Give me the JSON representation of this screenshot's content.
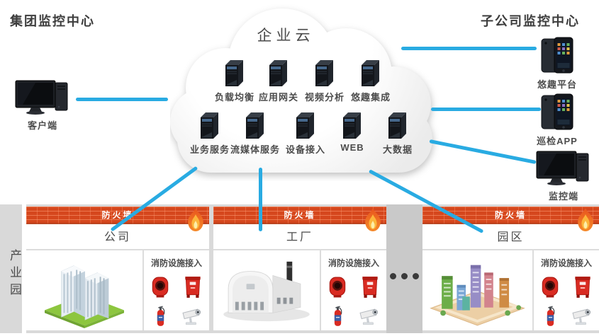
{
  "titles": {
    "group_center": "集团监控中心",
    "subsidiary_center": "子公司监控中心"
  },
  "client": {
    "label": "客户端"
  },
  "cloud": {
    "title": "企业云",
    "servers_row1": [
      {
        "label": "负载均衡"
      },
      {
        "label": "应用网关"
      },
      {
        "label": "视频分析"
      },
      {
        "label": "悠趣集成"
      }
    ],
    "servers_row2": [
      {
        "label": "业务服务"
      },
      {
        "label": "流媒体服务"
      },
      {
        "label": "设备接入"
      },
      {
        "label": "WEB"
      },
      {
        "label": "大数据"
      }
    ]
  },
  "subsidiary_devices": [
    {
      "label": "悠趣平台",
      "icon": "phone-icon"
    },
    {
      "label": "巡检APP",
      "icon": "phone-icon"
    },
    {
      "label": "监控端",
      "icon": "monitor-icon"
    }
  ],
  "industrial_park": {
    "side_label": "产业园",
    "separator_dots": "•••",
    "sections": [
      {
        "name": "公司",
        "firewall": "防火墙",
        "fire_panel": "消防设施接入",
        "illustration": "office-towers"
      },
      {
        "name": "工厂",
        "firewall": "防火墙",
        "fire_panel": "消防设施接入",
        "illustration": "factory"
      },
      {
        "name": "园区",
        "firewall": "防火墙",
        "fire_panel": "消防设施接入",
        "illustration": "campus-city"
      }
    ]
  },
  "colors": {
    "connection_line": "#29abe2",
    "firewall_brick": "#d5471d",
    "flame_orange": "#f08032",
    "band_gray": "#d9d9d9",
    "strip_gray": "#c9c9c9",
    "fire_red": "#d92b22"
  }
}
